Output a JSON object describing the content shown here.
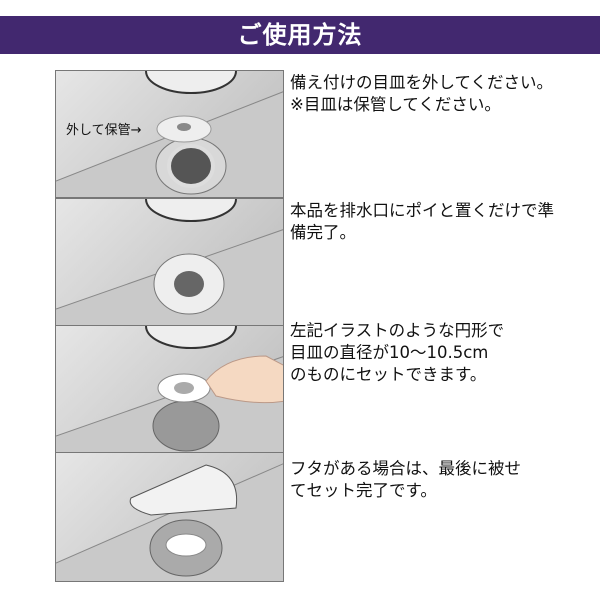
{
  "header": {
    "title": "ご使用方法"
  },
  "steps": [
    {
      "text": "備え付けの目皿を外してください。\n※目皿は保管してください。",
      "image_label": "外して保管→"
    },
    {
      "text": "本品を排水口にポイと置くだけで準備完了。"
    },
    {
      "text": "左記イラストのような円形で\n目皿の直径が10〜10.5cm\nのものにセットできます。"
    },
    {
      "text": "フタがある場合は、最後に被せてセット完了です。"
    }
  ]
}
